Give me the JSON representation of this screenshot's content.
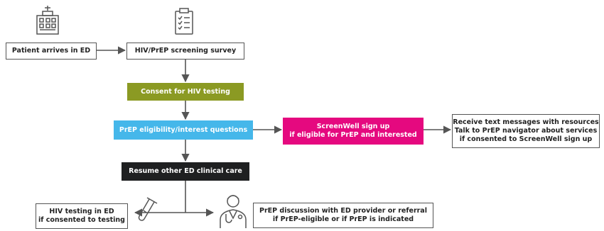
{
  "nodes": {
    "arrive": {
      "line1": "Patient arrives in ED"
    },
    "survey": {
      "line1": "HIV/PrEP screening survey"
    },
    "consent": {
      "line1": "Consent for HIV testing"
    },
    "eligibility": {
      "line1": "PrEP eligibility/interest questions"
    },
    "screenwell": {
      "line1": "ScreenWell sign up",
      "line2": "if eligible for PrEP and interested"
    },
    "messages": {
      "line1": "Receive text messages with resources",
      "line2": "Talk to PrEP navigator about services",
      "line3": "if consented to ScreenWell sign up"
    },
    "resume": {
      "line1": "Resume other ED clinical care"
    },
    "hivtest": {
      "line1": "HIV testing in ED",
      "line2": "if consented to testing"
    },
    "discussion": {
      "line1": "PrEP discussion with ED provider or referral",
      "line2": "if PrEP-eligible or if PrEP is indicated"
    }
  },
  "icons": [
    "hospital-icon",
    "clipboard-checklist-icon",
    "test-tube-icon",
    "doctor-icon"
  ],
  "colors": {
    "consent": "#8b9a23",
    "eligibility": "#45b7ea",
    "screenwell": "#e5097f",
    "resume": "#1f2021",
    "outline": "#555555",
    "icon": "#555555"
  }
}
